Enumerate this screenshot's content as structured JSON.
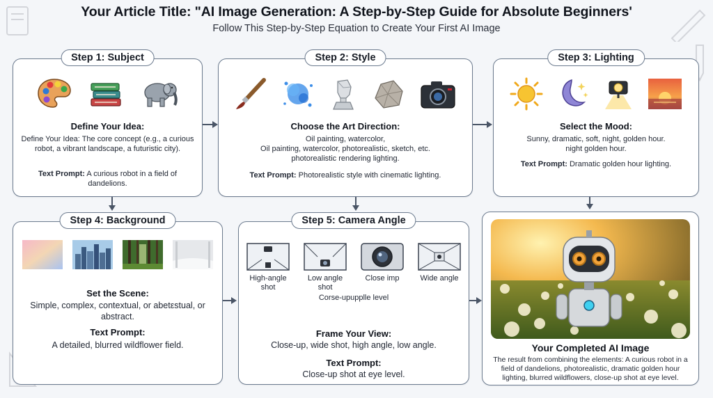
{
  "title": "Your Article Title: \"AI Image Generation: A Step-by-Step Guide for Absolute Beginners'",
  "subtitle": "Follow This Step-by-Step Equation to Create Your First AI Image",
  "steps": [
    {
      "label": "Step 1: Subject",
      "icons": [
        "palette-icon",
        "books-icon",
        "elephant-icon"
      ],
      "heading": "Define Your Idea:",
      "description": "Define Your Idea: The core concept (e.g., a curious robot, a vibrant landscape, a futuristic city).",
      "prompt_label": "Text Prompt:",
      "prompt_text": "A curious robot in a field of dandelions."
    },
    {
      "label": "Step 2: Style",
      "icons": [
        "paintbrush-icon",
        "watercolor-splash-icon",
        "sculpture-bust-icon",
        "low-poly-rock-icon",
        "camera-icon"
      ],
      "heading": "Choose the Art Direction:",
      "description_lines": [
        "Oil painting, watercolor,",
        "Oil painting, watercolor, photorealistic, sketch, etc.",
        "photorealistic rendering lighting."
      ],
      "prompt_label": "Text Prompt:",
      "prompt_text": "Photorealistic style with cinematic lighting."
    },
    {
      "label": "Step 3: Lighting",
      "icons": [
        "sun-icon",
        "moon-stars-icon",
        "spotlight-icon",
        "sunset-icon"
      ],
      "heading": "Select the Mood:",
      "description_lines": [
        "Sunny, dramatic, soft, night, golden hour.",
        "night golden hour."
      ],
      "prompt_label": "Text Prompt:",
      "prompt_text": "Dramatic golden hour lighting."
    },
    {
      "label": "Step 4: Background",
      "icons": [
        "gradient-swatch-icon",
        "city-skyline-icon",
        "forest-icon",
        "studio-backdrop-icon"
      ],
      "heading": "Set the Scene:",
      "description": "Simple, complex, contextual, or abetεstual, or abstract.",
      "prompt_label": "Text Prompt:",
      "prompt_text": "A detailed, blurred wildflower field."
    },
    {
      "label": "Step 5: Camera Angle",
      "shots": [
        {
          "icon": "high-angle-shot-icon",
          "caption": "High-angle shot"
        },
        {
          "icon": "low-angle-shot-icon",
          "caption": "Low angle shot"
        },
        {
          "icon": "close-up-lens-icon",
          "caption": "Close imp"
        },
        {
          "icon": "wide-angle-shot-icon",
          "caption": "Wide angle"
        }
      ],
      "extra_caption": "Corse-upupplle level",
      "heading": "Frame Your View:",
      "description": "Close-up, wide shot, high angle, low angle.",
      "prompt_label": "Text Prompt:",
      "prompt_text": "Close-up shot at eye level."
    }
  ],
  "result": {
    "image_icon": "robot-dandelion-field-image",
    "heading": "Your Completed AI Image",
    "description": "The result from combining the elements: A curious robot in a field of dandelions, photorealistic, dramatic golden hour lighting, blurred wildflowers, close-up shot at eye level."
  },
  "colors": {
    "card_border": "#6b7a8e",
    "arrow": "#4a5566",
    "background": "#f4f6f9"
  }
}
